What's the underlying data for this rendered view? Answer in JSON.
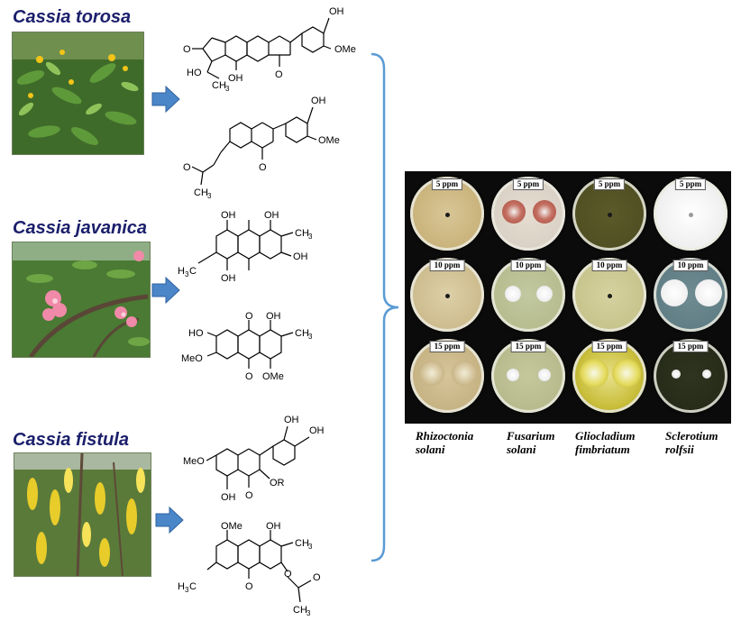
{
  "species": [
    {
      "name": "Cassia torosa"
    },
    {
      "name": "Cassia javanica"
    },
    {
      "name": "Cassia fistula"
    }
  ],
  "structure_labels": {
    "s1": {
      "oh_top": "OH",
      "ome": "OMe",
      "o_ketone": "O",
      "ho": "HO",
      "ch3": "CH",
      "sub3": "3",
      "oh_bottom": "OH",
      "o_carbonyl": "O"
    },
    "s2": {
      "oh": "OH",
      "ome": "OMe",
      "o_carbonyl": "O",
      "o_side": "O",
      "ch3": "CH",
      "sub3": "3"
    },
    "s3": {
      "oh1": "OH",
      "oh2": "OH",
      "ch3": "CH",
      "sub3": "3",
      "h3c": "H",
      "sub3b": "3",
      "c_o": "C",
      "oh3": "OH",
      "oh4": "OH"
    },
    "s4": {
      "o_top": "O",
      "oh": "OH",
      "ch3": "CH",
      "sub3": "3",
      "ho": "HO",
      "meo": "MeO",
      "o_bottom": "O",
      "ome": "OMe"
    },
    "s5": {
      "oh1": "OH",
      "oh2": "OH",
      "meo": "MeO",
      "or": "OR",
      "oh3": "OH",
      "o_carbonyl": "O"
    },
    "s6": {
      "ome": "OMe",
      "oh": "OH",
      "ch3": "CH",
      "sub3": "3",
      "h3c": "H",
      "sub3b": "3",
      "c_o": "C",
      "o_bottom": "O",
      "o_ester": "O",
      "o_acyl": "O",
      "ch3b": "CH",
      "sub3c": "3"
    }
  },
  "plates": {
    "rows": [
      {
        "concentration": "5 ppm"
      },
      {
        "concentration": "10 ppm"
      },
      {
        "concentration": "15 ppm"
      }
    ],
    "fungi": [
      {
        "line1": "Rhizoctonia",
        "line2": "solani"
      },
      {
        "line1": "Fusarium",
        "line2": "solani"
      },
      {
        "line1": "Gliocladium",
        "line2": "fimbriatum"
      },
      {
        "line1": "Sclerotium",
        "line2": "rolfsii"
      }
    ]
  },
  "colors": {
    "title": "#1b1f6b",
    "arrow": "#4a86c8",
    "brace": "#5b9bd5",
    "plate_background": "#0b0b0b"
  }
}
